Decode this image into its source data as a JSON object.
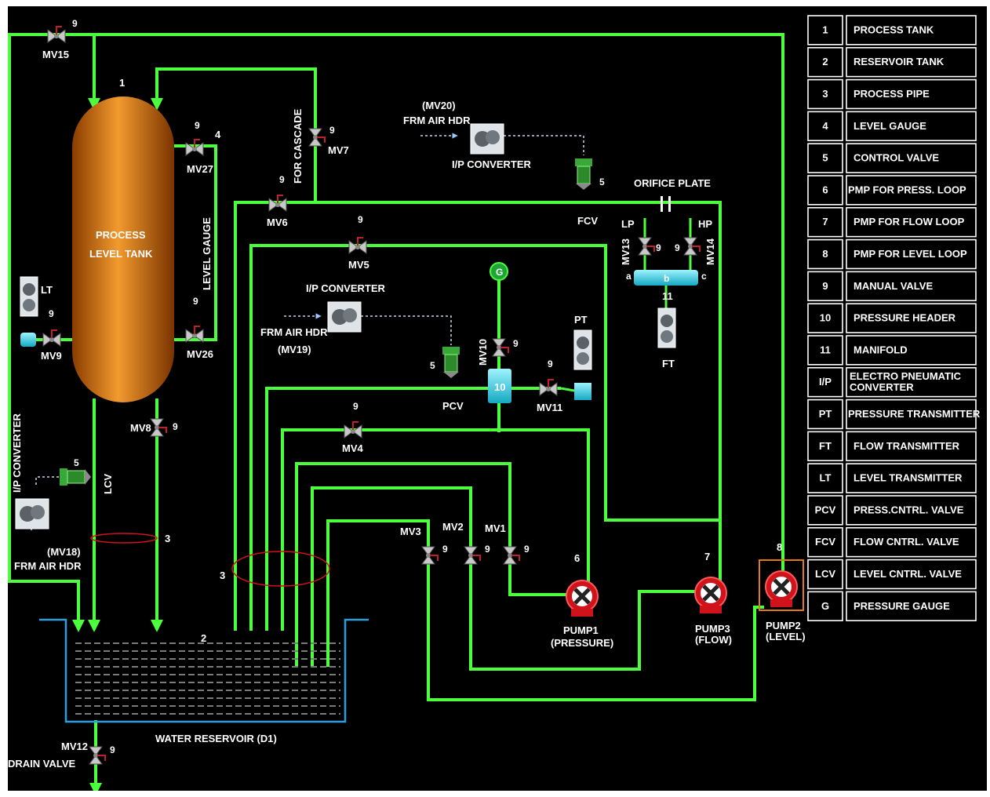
{
  "tank": {
    "number": "1",
    "label_line1": "PROCESS",
    "label_line2": "LEVEL TANK"
  },
  "reservoir": {
    "number": "2",
    "label": "WATER RESERVOIR (D1)"
  },
  "drain": {
    "label": "DRAIN VALVE",
    "valve": "MV12",
    "valve_num": "9"
  },
  "gauge": {
    "label": "LEVEL GAUGE",
    "num": "4"
  },
  "cascade_label": "FOR CASCADE",
  "valves": {
    "mv15": "MV15",
    "mv27": "MV27",
    "mv26": "MV26",
    "mv7": "MV7",
    "mv6": "MV6",
    "mv5": "MV5",
    "mv9": "MV9",
    "mv8": "MV8",
    "mv10": "MV10",
    "mv11": "MV11",
    "mv4": "MV4",
    "mv3": "MV3",
    "mv2": "MV2",
    "mv1": "MV1",
    "mv13": "MV13",
    "mv14": "MV14",
    "nine": "9"
  },
  "air": {
    "mv20": "(MV20)",
    "frm_air_hdr": "FRM AIR HDR",
    "mv19": "(MV19)",
    "mv18": "(MV18)"
  },
  "ip_converter": "I/P CONVERTER",
  "controls": {
    "fcv": "FCV",
    "pcv": "PCV",
    "lcv": "LCV",
    "five": "5",
    "ten": "10",
    "eleven": "11",
    "three": "3"
  },
  "orifice": {
    "label": "ORIFICE PLATE",
    "lp": "LP",
    "hp": "HP",
    "a": "a",
    "b": "b",
    "c": "c"
  },
  "transmitters": {
    "lt": "LT",
    "pt": "PT",
    "ft": "FT",
    "g": "G"
  },
  "pumps": [
    {
      "num": "6",
      "line1": "PUMP1",
      "line2": "(PRESSURE)"
    },
    {
      "num": "7",
      "line1": "PUMP3",
      "line2": "(FLOW)"
    },
    {
      "num": "8",
      "line1": "PUMP2",
      "line2": "(LEVEL)"
    }
  ],
  "legend": [
    {
      "key": "1",
      "value": "PROCESS TANK"
    },
    {
      "key": "2",
      "value": "RESERVOIR TANK"
    },
    {
      "key": "3",
      "value": "PROCESS PIPE"
    },
    {
      "key": "4",
      "value": "LEVEL GAUGE"
    },
    {
      "key": "5",
      "value": "CONTROL VALVE"
    },
    {
      "key": "6",
      "value": "PMP FOR PRESS. LOOP"
    },
    {
      "key": "7",
      "value": "PMP FOR FLOW LOOP"
    },
    {
      "key": "8",
      "value": "PMP FOR LEVEL LOOP"
    },
    {
      "key": "9",
      "value": "MANUAL VALVE"
    },
    {
      "key": "10",
      "value": "PRESSURE HEADER"
    },
    {
      "key": "11",
      "value": "MANIFOLD"
    },
    {
      "key": "I/P",
      "value": "ELECTRO PNEUMATIC CONVERTER"
    },
    {
      "key": "PT",
      "value": "PRESSURE TRANSMITTER"
    },
    {
      "key": "FT",
      "value": "FLOW TRANSMITTER"
    },
    {
      "key": "LT",
      "value": "LEVEL TRANSMITTER"
    },
    {
      "key": "PCV",
      "value": "PRESS.CNTRL. VALVE"
    },
    {
      "key": "FCV",
      "value": "FLOW CNTRL. VALVE"
    },
    {
      "key": "LCV",
      "value": "LEVEL CNTRL. VALVE"
    },
    {
      "key": "G",
      "value": "PRESSURE GAUGE"
    }
  ],
  "colors": {
    "pipe": "#4cff3c",
    "tank": "#e07a12",
    "pump": "#d0121a",
    "manifold": "#29d7e8",
    "background": "#000000"
  }
}
